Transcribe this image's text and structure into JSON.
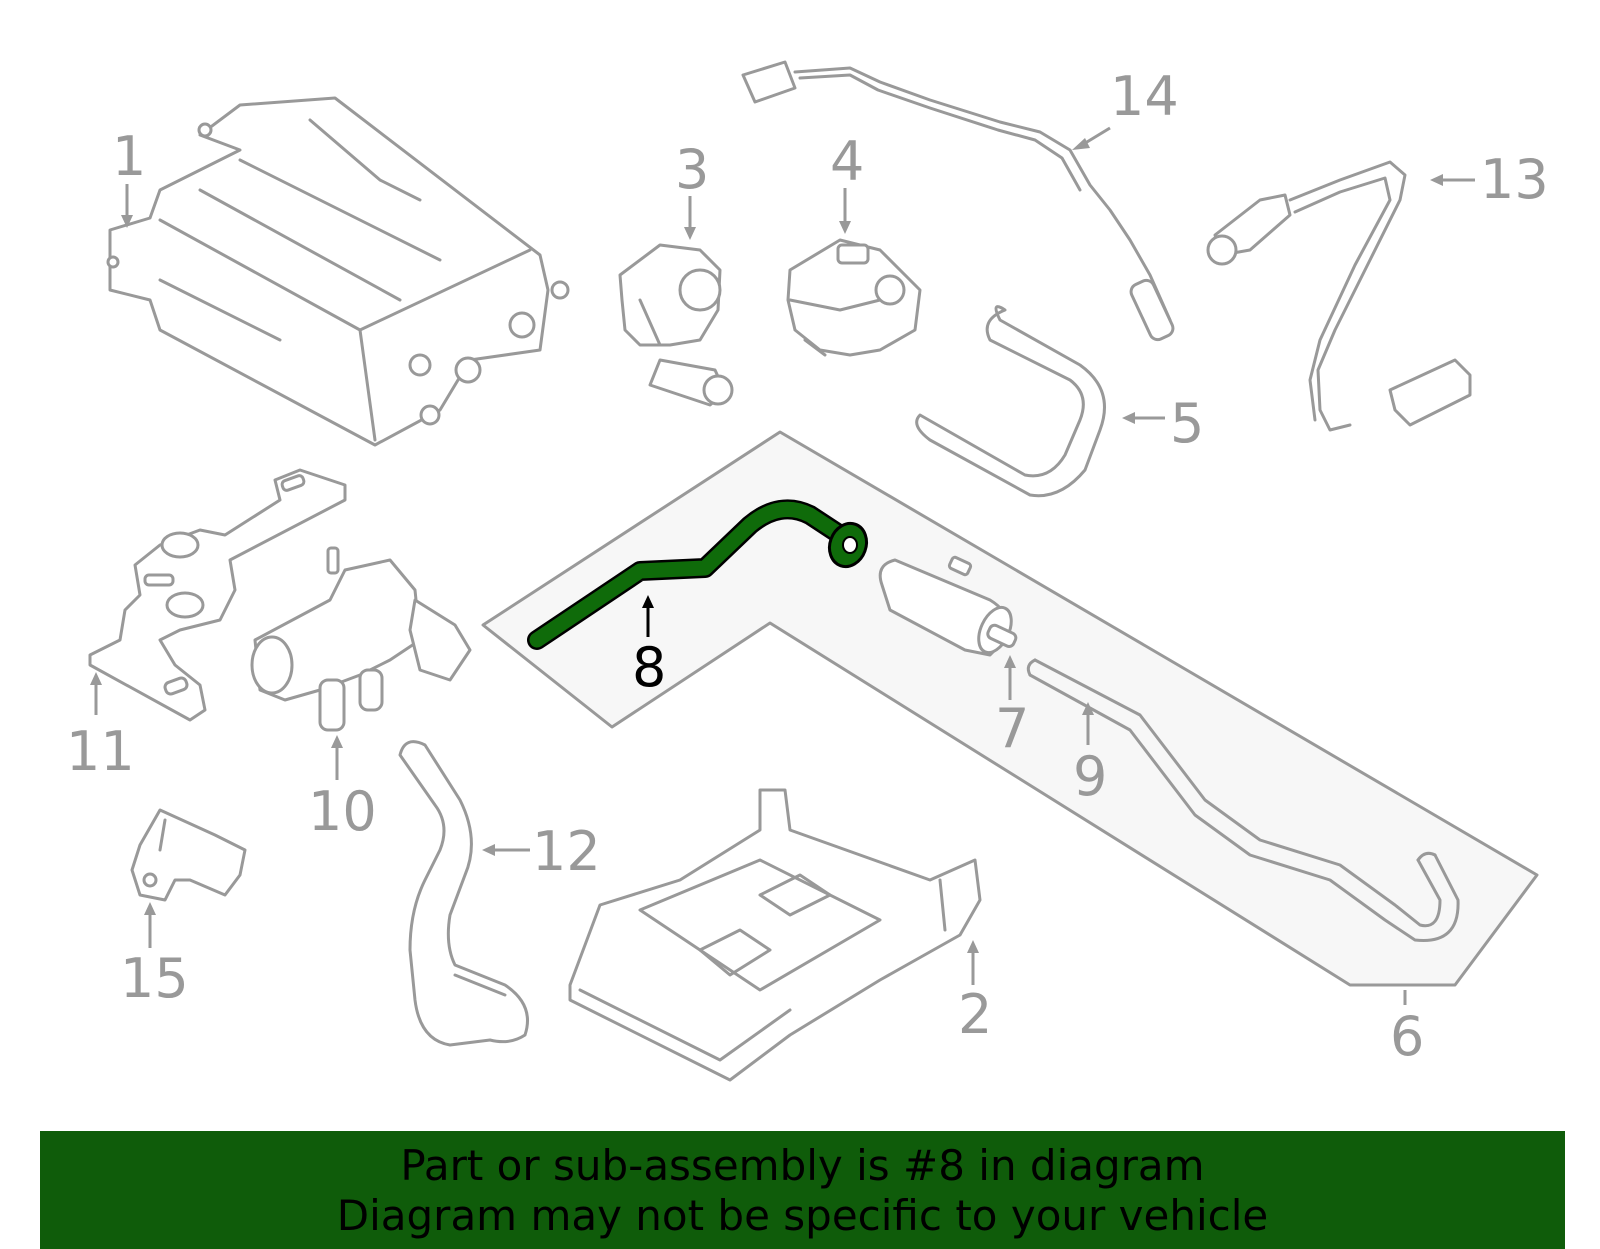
{
  "highlight": {
    "part_number": "8",
    "color": "#0f6b0a"
  },
  "callouts": {
    "c1": "1",
    "c2": "2",
    "c3": "3",
    "c4": "4",
    "c5": "5",
    "c6": "6",
    "c7": "7",
    "c8": "8",
    "c9": "9",
    "c10": "10",
    "c11": "11",
    "c12": "12",
    "c13": "13",
    "c14": "14",
    "c15": "15"
  },
  "banner": {
    "line1": "Part or sub-assembly is #8 in diagram",
    "line2": "Diagram may not be specific to your vehicle",
    "background": "#0f5c0a"
  }
}
